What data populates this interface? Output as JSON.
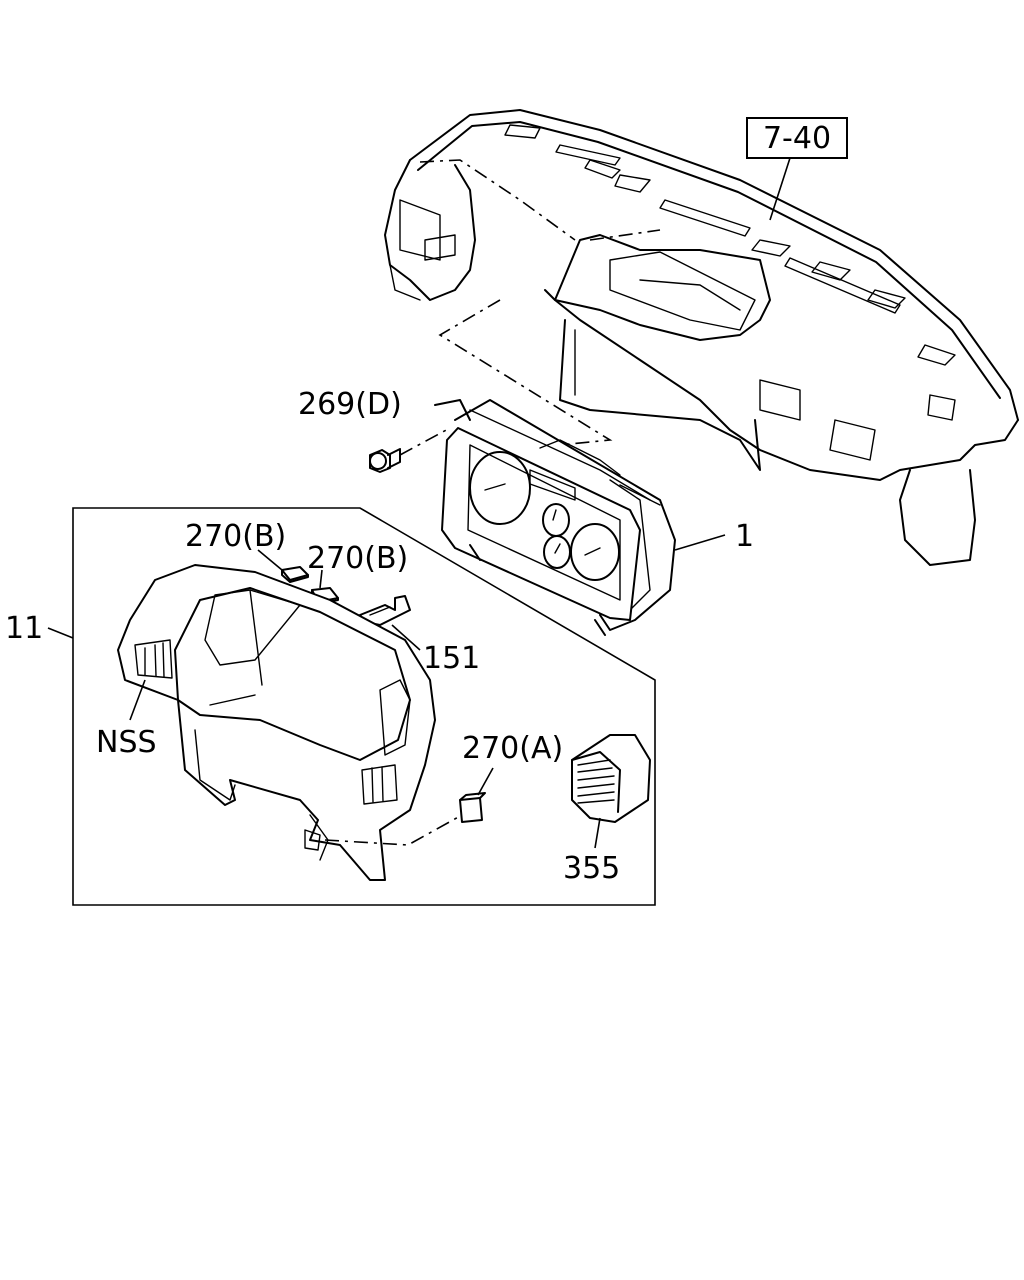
{
  "labels": {
    "ref_7_40": "7-40",
    "p269": "269(D)",
    "p1": "1",
    "p270b_1": "270(B)",
    "p270b_2": "270(B)",
    "p11": "11",
    "p151": "151",
    "nss": "NSS",
    "p270a": "270(A)",
    "p355": "355"
  }
}
